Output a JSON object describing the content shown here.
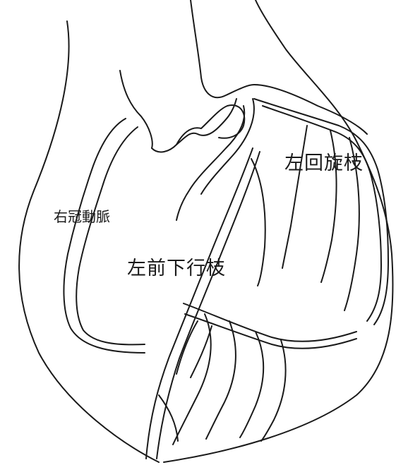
{
  "labels": {
    "right_coronary_artery": "右冠動脈",
    "left_anterior_descending": "左前下行枝",
    "left_circumflex": "左回旋枝"
  }
}
